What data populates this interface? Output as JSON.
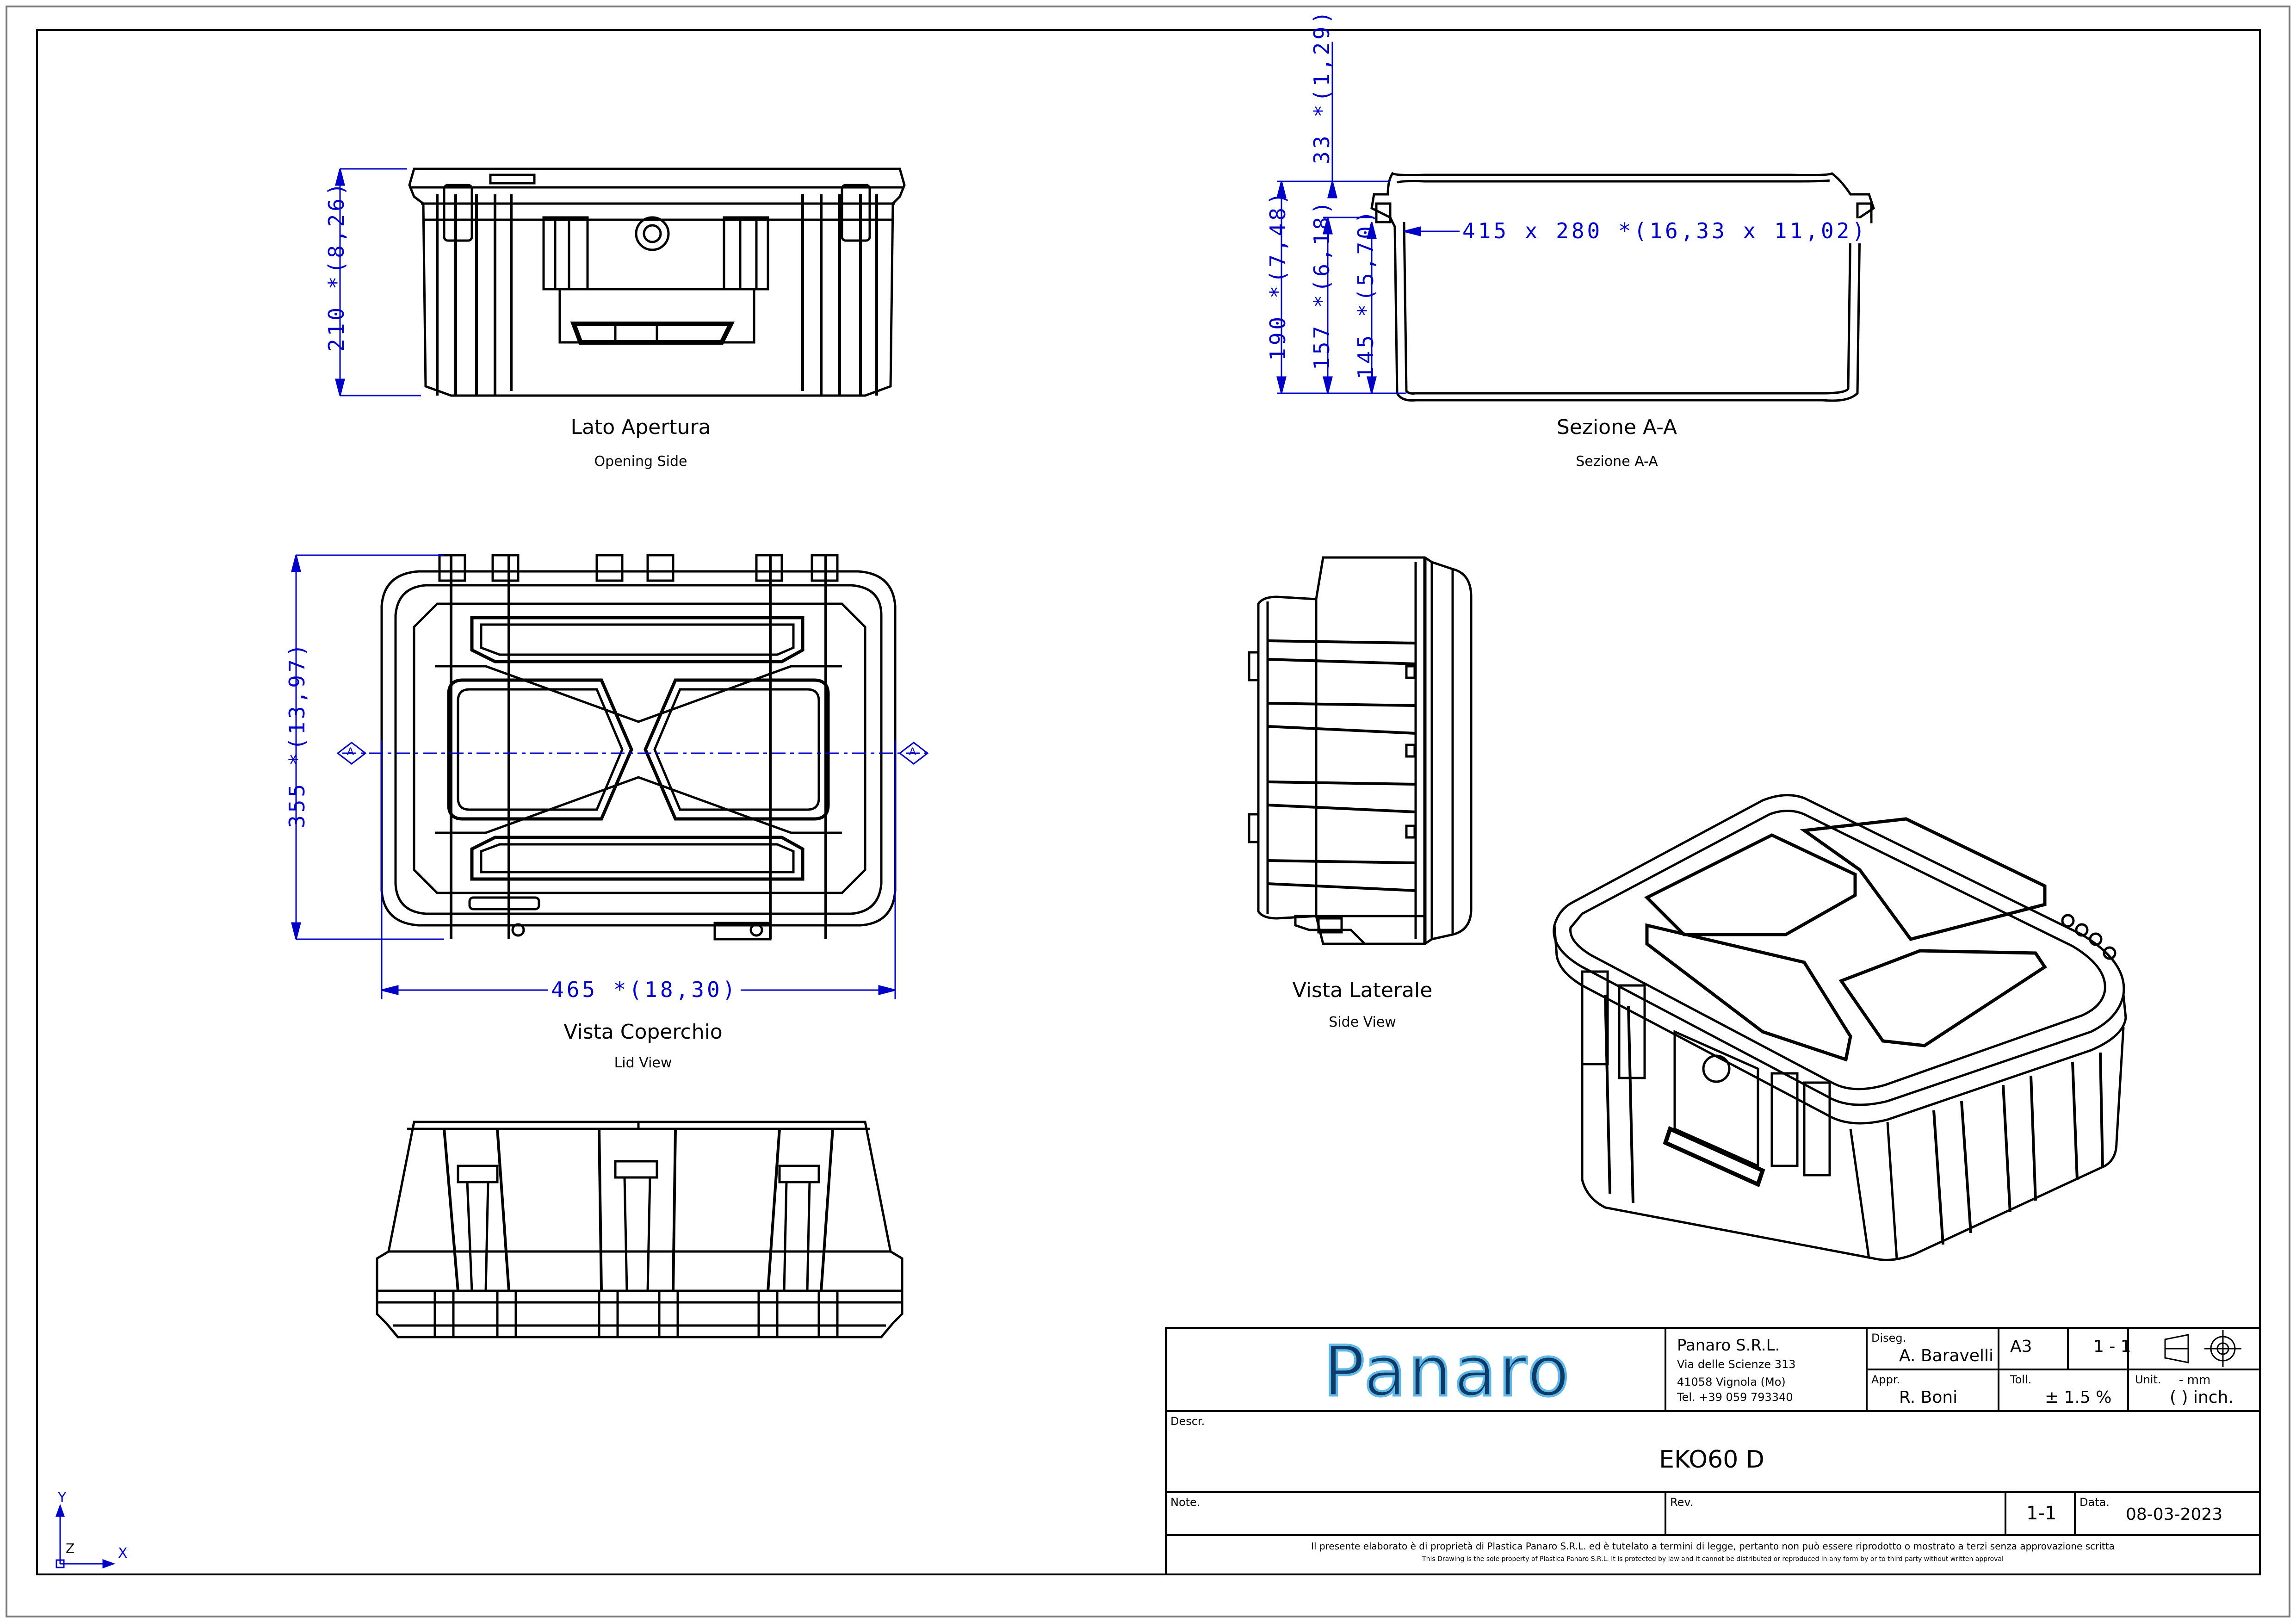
{
  "views": {
    "opening_side": {
      "title": "Lato Apertura",
      "subtitle": "Opening Side"
    },
    "section_aa": {
      "title": "Sezione A-A",
      "subtitle": "Sezione A-A"
    },
    "lid_view": {
      "title": "Vista Coperchio",
      "subtitle": "Lid View"
    },
    "side_view": {
      "title": "Vista Laterale",
      "subtitle": "Side View"
    }
  },
  "dimensions": {
    "height_total": "210 *(8,26)",
    "lid": "33 *(1,29)",
    "body_h1": "190 *(7,48)",
    "body_h2": "157 *(6,18)",
    "body_h3": "145 *(5,70)",
    "inner": "415 x 280 *(16,33 x 11,02)",
    "depth": "355 *(13,97)",
    "width": "465 *(18,30)"
  },
  "section_marker": "A",
  "axes": {
    "y": "Y",
    "z": "Z",
    "x": "X"
  },
  "title_block": {
    "logo": "Panaro",
    "company": "Panaro S.R.L.",
    "address1": "Via delle Scienze 313",
    "address2": "41058 Vignola (Mo)",
    "phone": "Tel. +39 059 793340",
    "drawn_label": "Diseg.",
    "drawn_value": "A. Baravelli",
    "approved_label": "Appr.",
    "approved_value": "R. Boni",
    "format": "A3",
    "scale": "1 - 1",
    "tol_label": "Toll.",
    "tol_value": "± 1.5 %",
    "unit_label": "Unit.",
    "unit_mm": "- mm",
    "unit_inch": "( ) inch.",
    "descr_label": "Descr.",
    "descr_value": "EKO60 D",
    "note_label": "Note.",
    "rev_label": "Rev.",
    "sheet_value": "1-1",
    "date_label": "Data.",
    "date_value": "08-03-2023",
    "disclaimer_it": "Il presente elaborato è di proprietà di Plastica Panaro S.R.L. ed è tutelato a termini di legge, pertanto non può essere riprodotto o mostrato a terzi senza approvazione scritta",
    "disclaimer_en": "This Drawing is the sole property of Plastica Panaro S.R.L. It is protected by law and it cannot be distributed or reproduced in any form by or to third party without written approval"
  },
  "colors": {
    "dimension": "#0000c8",
    "logo_fill": "#0d3a66",
    "logo_outline": "#5fb8e8"
  }
}
